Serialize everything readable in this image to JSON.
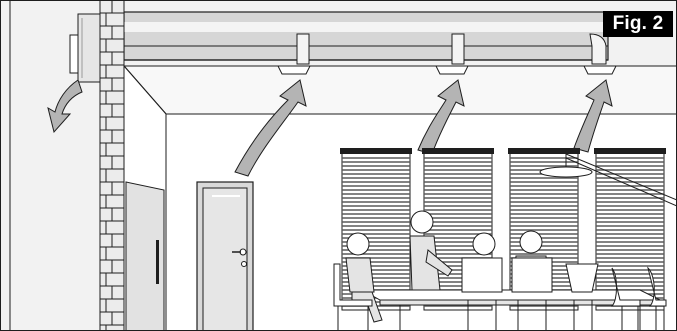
{
  "figure": {
    "label": "Fig. 2"
  },
  "colors": {
    "background": "#ffffff",
    "wall": "#f2f2f2",
    "wall_shadow": "#dcdcdc",
    "duct": "#d6d6d6",
    "duct_highlight": "#f4f4f4",
    "arrow": "#b4b4b4",
    "outline": "#1e1e1e",
    "label_bg": "#000000",
    "label_text": "#ffffff"
  },
  "scene": {
    "units": [
      "wall-mounted-unit"
    ],
    "diffusers": [
      "diffuser-1",
      "diffuser-2",
      "diffuser-3"
    ],
    "airflow_arrows": [
      "airflow-arrow-wall-unit",
      "airflow-arrow-1",
      "airflow-arrow-2",
      "airflow-arrow-3"
    ],
    "windows_with_blinds": 4,
    "people": 4,
    "chairs": 6,
    "objects": [
      "brick-column",
      "ceiling-duct",
      "door",
      "cabinet",
      "meeting-table",
      "pendant-lamp"
    ]
  }
}
